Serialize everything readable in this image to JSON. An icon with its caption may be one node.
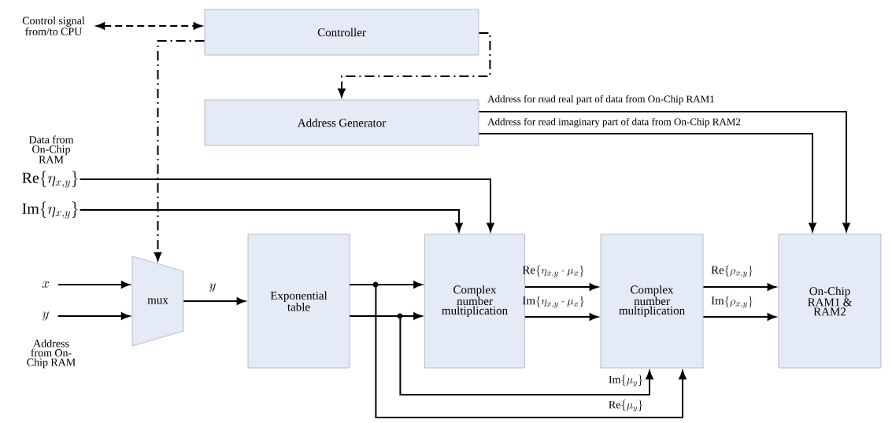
{
  "diagram": {
    "nodes": [
      {
        "text": [
          "Controller"
        ]
      },
      {
        "text": [
          "Address Generator"
        ]
      },
      {
        "text": [
          "mux"
        ]
      },
      {
        "text": [
          "Exponential table"
        ]
      },
      {
        "text": [
          "Complex number multiplication"
        ]
      },
      {
        "text": [
          "Complex number multiplication"
        ]
      },
      {
        "text": [
          "On-Chip RAM1 & RAM2"
        ]
      },
      {
        "text": [
          "Control signal from/to CPU"
        ]
      },
      {
        "text": [
          "\\mathrm{Re}\\{\\eta_{x,y}\\}"
        ]
      },
      {
        "text": [
          "\\mathrm{Im}\\{\\eta_{x,y}\\}"
        ]
      },
      {
        "text": [
          "x"
        ]
      },
      {
        "text": [
          "y"
        ]
      }
    ],
    "edges": [
      {
        "from": 7,
        "to": 0,
        "arrow": "both",
        "style": "dashed"
      },
      {
        "from": 0,
        "to": 2,
        "arrow": "to",
        "style": "dashed"
      },
      {
        "from": 0,
        "to": 1,
        "arrow": "to",
        "style": "dashed"
      },
      {
        "from": 1,
        "to": 6,
        "arrow": "to",
        "label": "Address for read real part of data from On-Chip RAM1"
      },
      {
        "from": 1,
        "to": 6,
        "arrow": "to",
        "label": "Address for read imaginary part of data from On-Chip RAM2"
      },
      {
        "from": 8,
        "to": 4,
        "arrow": "to"
      },
      {
        "from": 9,
        "to": 4,
        "arrow": "to"
      },
      {
        "from": 10,
        "to": 2,
        "arrow": "to"
      },
      {
        "from": 11,
        "to": 2,
        "arrow": "to"
      },
      {
        "from": 2,
        "to": 3,
        "arrow": "to",
        "label": "y"
      },
      {
        "from": 3,
        "to": 4,
        "arrow": "to"
      },
      {
        "from": 3,
        "to": 4,
        "arrow": "to"
      },
      {
        "from": 3,
        "to": 5,
        "arrow": "to",
        "label": "\\mathrm{Im}\\{\\mu_y\\}"
      },
      {
        "from": 3,
        "to": 5,
        "arrow": "to",
        "label": "\\mathrm{Re}\\{\\mu_y\\}"
      },
      {
        "from": 4,
        "to": 5,
        "arrow": "to",
        "label": "\\mathrm{Re}\\{\\eta_{x,y}\\cdot\\mu_x\\}"
      },
      {
        "from": 4,
        "to": 5,
        "arrow": "to",
        "label": "\\mathrm{Im}\\{\\eta_{x,y}\\cdot\\mu_x\\}"
      },
      {
        "from": 5,
        "to": 6,
        "arrow": "to",
        "label": "\\mathrm{Re}\\{\\rho_{x,y}\\}"
      },
      {
        "from": 5,
        "to": 6,
        "arrow": "to",
        "label": "\\mathrm{Im}\\{\\rho_{x,y}\\}"
      }
    ],
    "labels": [
      "Data from On-Chip RAM",
      "Address from On-Chip RAM"
    ]
  }
}
